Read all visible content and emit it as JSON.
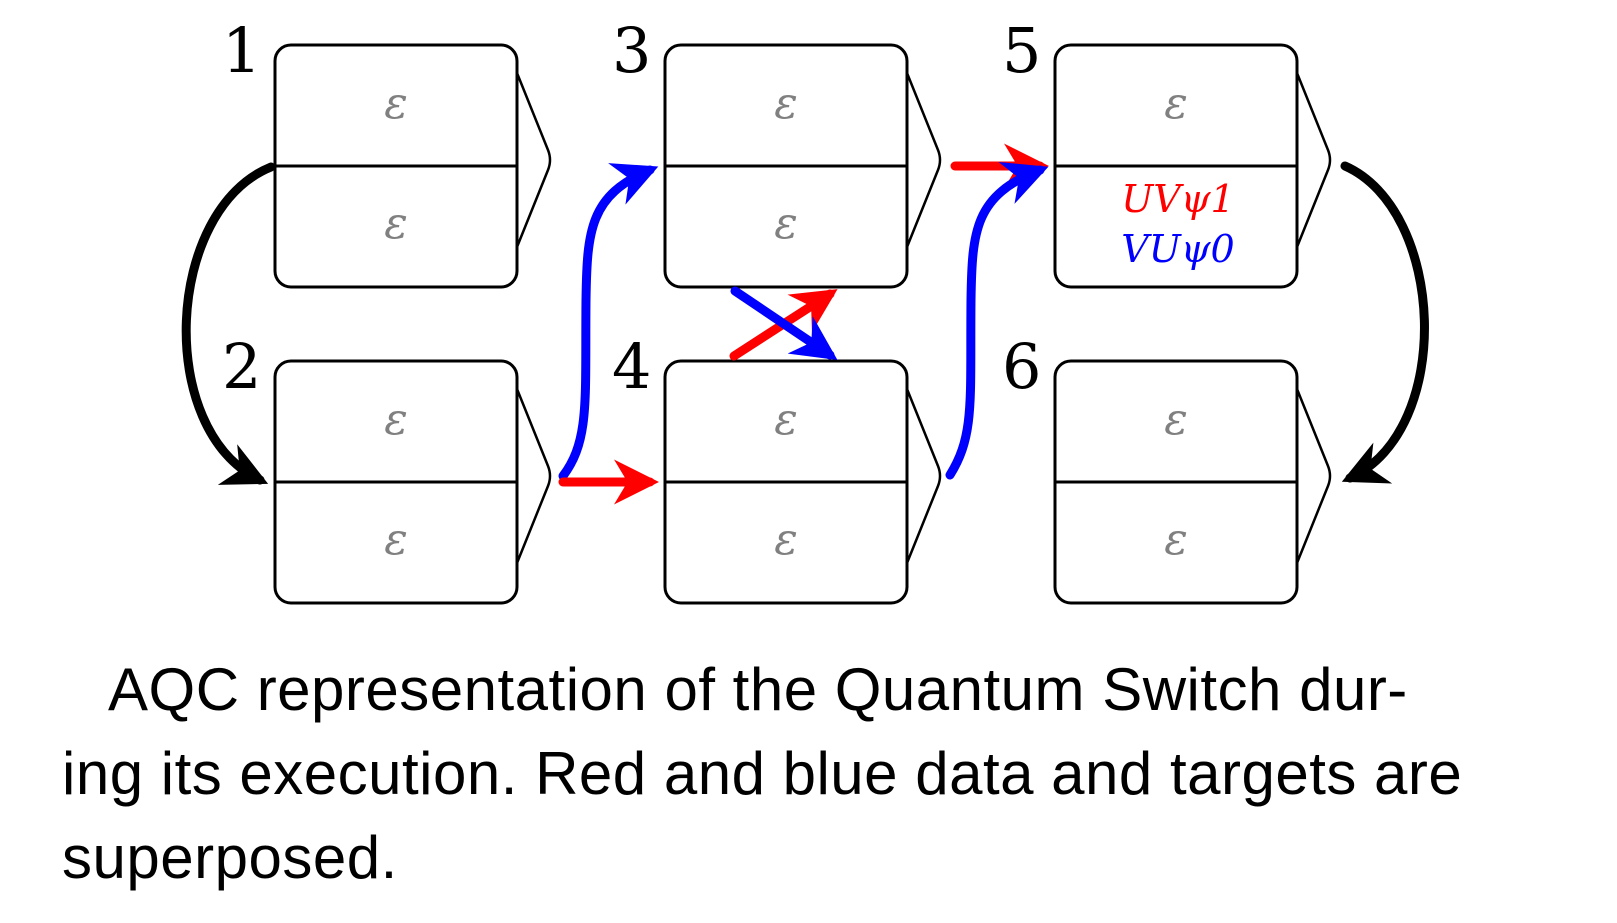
{
  "diagram": {
    "colors": {
      "red": "#ff0000",
      "blue": "#0000ff",
      "black": "#000000",
      "epsilon": "#808080"
    },
    "nodes": [
      {
        "id": "1",
        "label": "1",
        "top": "ε",
        "bottom": "ε"
      },
      {
        "id": "2",
        "label": "2",
        "top": "ε",
        "bottom": "ε"
      },
      {
        "id": "3",
        "label": "3",
        "top": "ε",
        "bottom": "ε"
      },
      {
        "id": "4",
        "label": "4",
        "top": "ε",
        "bottom": "ε"
      },
      {
        "id": "5",
        "label": "5",
        "top": "ε",
        "bottom_red": "UVψ1",
        "bottom_blue": "VUψ0"
      },
      {
        "id": "6",
        "label": "6",
        "top": "ε",
        "bottom": "ε"
      }
    ],
    "edges": [
      {
        "from": "1",
        "to": "2",
        "color": "black"
      },
      {
        "from": "2",
        "to": "3",
        "color": "blue"
      },
      {
        "from": "2",
        "to": "4",
        "color": "red"
      },
      {
        "from": "3",
        "to": "4",
        "color": "blue"
      },
      {
        "from": "4",
        "to": "3",
        "color": "red"
      },
      {
        "from": "3",
        "to": "5",
        "color": "red"
      },
      {
        "from": "4",
        "to": "5",
        "color": "blue"
      },
      {
        "from": "5",
        "to": "6",
        "color": "black"
      }
    ]
  },
  "caption": {
    "lines": [
      "AQC representation of the Quantum Switch dur-",
      "ing its execution. Red and blue data and targets are",
      "superposed."
    ]
  }
}
